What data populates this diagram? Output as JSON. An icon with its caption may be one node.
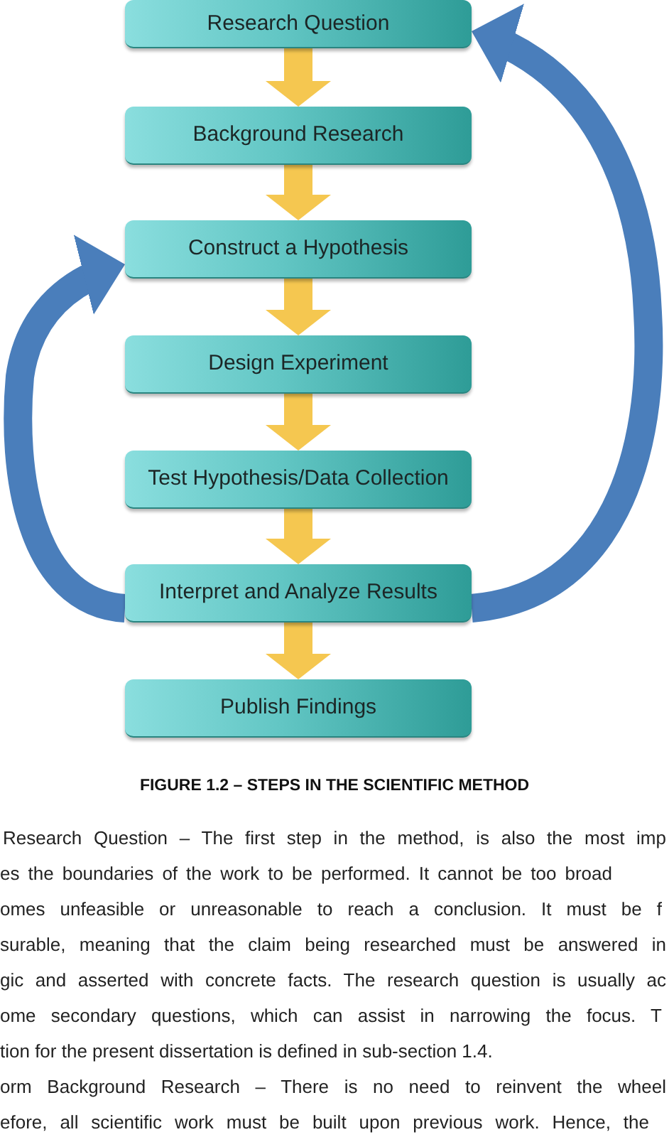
{
  "diagram": {
    "caption": "FIGURE 1.2 – STEPS IN THE SCIENTIFIC METHOD",
    "nodes": [
      {
        "text": [
          "Research Question"
        ]
      },
      {
        "text": [
          "Background Research"
        ]
      },
      {
        "text": [
          "Construct a Hypothesis"
        ]
      },
      {
        "text": [
          "Design Experiment"
        ]
      },
      {
        "text": [
          "Test Hypothesis/Data Collection"
        ]
      },
      {
        "text": [
          "Interpret and Analyze Results"
        ]
      },
      {
        "text": [
          "Publish Findings"
        ]
      }
    ],
    "edges": [
      {
        "from": 0,
        "to": 1,
        "arrow": "to"
      },
      {
        "from": 1,
        "to": 2,
        "arrow": "to"
      },
      {
        "from": 2,
        "to": 3,
        "arrow": "to"
      },
      {
        "from": 3,
        "to": 4,
        "arrow": "to"
      },
      {
        "from": 4,
        "to": 5,
        "arrow": "to"
      },
      {
        "from": 5,
        "to": 6,
        "arrow": "to"
      },
      {
        "from": 5,
        "to": 0,
        "arrow": "to",
        "color": "#4a7ebb"
      },
      {
        "from": 5,
        "to": 2,
        "arrow": "to",
        "color": "#4a7ebb"
      }
    ],
    "labels": [
      "Research Question – The first step in the method, is also the most imp",
      "es the boundaries of the work to be performed. It cannot be too broad",
      "omes unfeasible or unreasonable to reach a conclusion. It must be f",
      "surable, meaning that the claim being researched must be answered in",
      "gic and asserted with concrete facts. The research question is usually ac",
      "ome secondary questions, which can assist in narrowing the focus. T",
      "tion for the present dissertation is defined in sub-section 1.4.",
      "orm Background Research – There is no need to reinvent the wheel",
      "efore, all scientific work must be built upon previous work. Hence, the"
    ]
  }
}
